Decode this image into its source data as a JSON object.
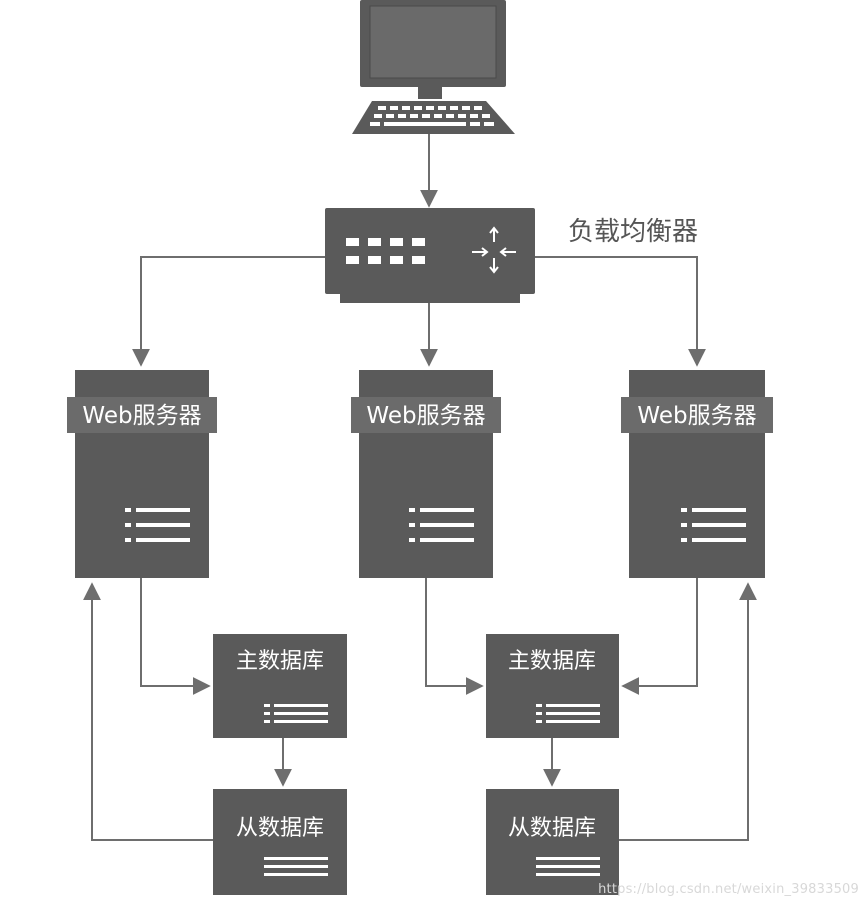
{
  "diagram": {
    "load_balancer_label": "负载均衡器",
    "web_servers": [
      {
        "label": "Web服务器"
      },
      {
        "label": "Web服务器"
      },
      {
        "label": "Web服务器"
      }
    ],
    "databases": {
      "left_master": "主数据库",
      "left_slave": "从数据库",
      "right_master": "主数据库",
      "right_slave": "从数据库"
    }
  },
  "colors": {
    "box": "#5a5a5a",
    "tag": "#6b6b6b",
    "line": "#6e6e6e",
    "text_light": "#ffffff",
    "text_dark": "#555555"
  },
  "watermark": "https://blog.csdn.net/weixin_39833509"
}
